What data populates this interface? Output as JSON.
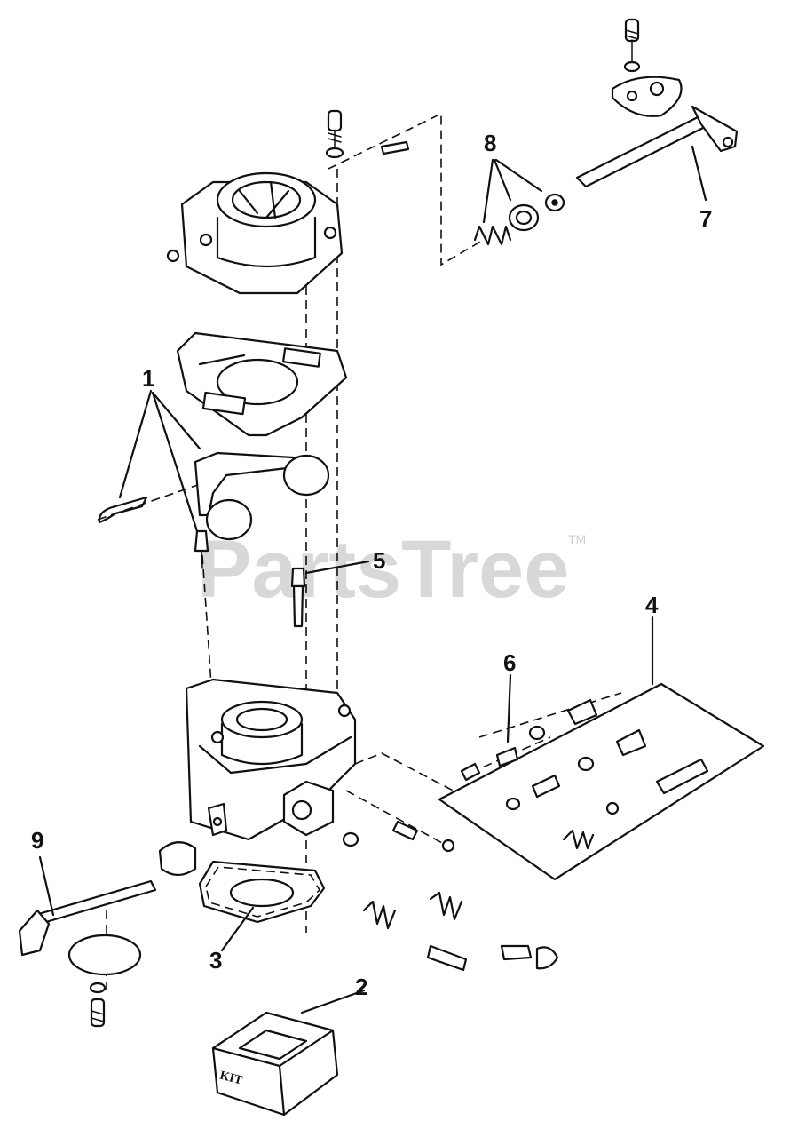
{
  "diagram": {
    "watermark": "PartsTree",
    "trademark": "TM",
    "kit_label": "KIT",
    "callouts": [
      "1",
      "2",
      "3",
      "4",
      "5",
      "6",
      "7",
      "8",
      "9"
    ],
    "colors": {
      "ink": "#111111",
      "watermark": "#cfcfcf",
      "background": "#ffffff"
    }
  }
}
